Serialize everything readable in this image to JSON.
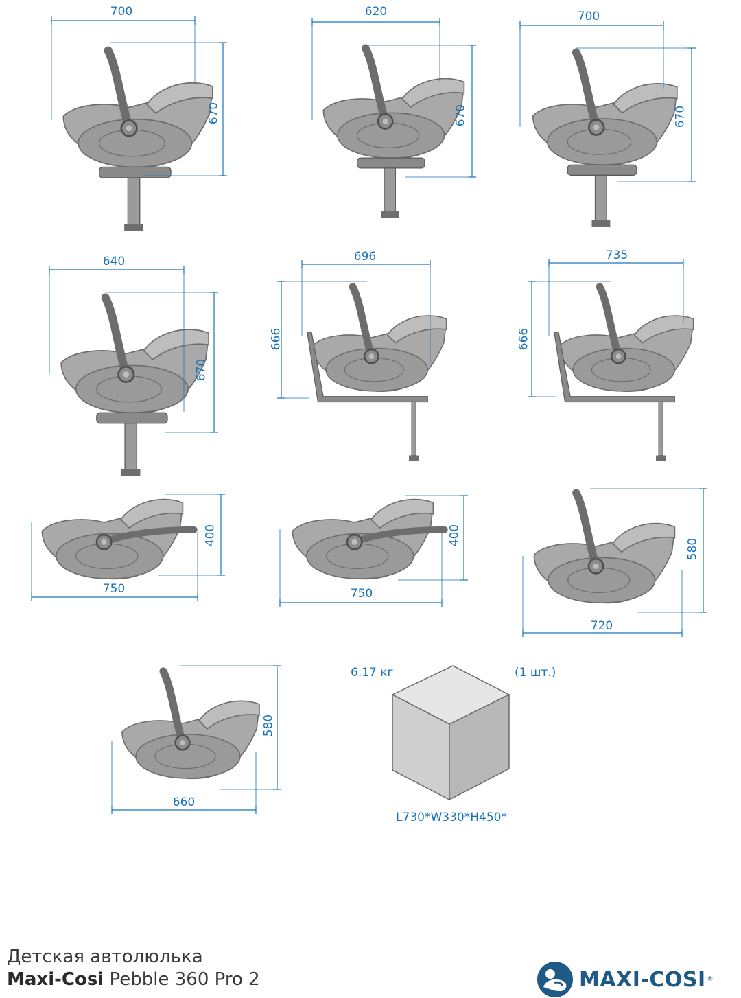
{
  "colors": {
    "dimension": "#1b74bb",
    "seat_shell": "#a9a9a9",
    "seat_dark": "#6d6d6d",
    "base": "#8a8a8a",
    "box_face": "#dcdcdc",
    "logo": "#1d5b86"
  },
  "views": [
    {
      "id": "v1",
      "width": "700",
      "height": "670"
    },
    {
      "id": "v2",
      "width": "620",
      "height": "670"
    },
    {
      "id": "v3",
      "width": "700",
      "height": "670"
    },
    {
      "id": "v4",
      "width": "640",
      "height": "670"
    },
    {
      "id": "v5",
      "width": "696",
      "height": "666"
    },
    {
      "id": "v6",
      "width": "735",
      "height": "666"
    },
    {
      "id": "v7",
      "width": "750",
      "height": "400"
    },
    {
      "id": "v8",
      "width": "750",
      "height": "400"
    },
    {
      "id": "v9",
      "width": "720",
      "height": "580"
    },
    {
      "id": "v10",
      "width": "660",
      "height": "580"
    }
  ],
  "package": {
    "weight": "6.17 кг",
    "quantity": "(1 шт.)",
    "dimensions": "L730*W330*H450*"
  },
  "footer": {
    "line1": "Детская автолюлька",
    "brand": "Maxi-Cosi",
    "model": " Pebble 360 Pro 2"
  },
  "logo": {
    "icon": "maxi-cosi-baby-icon",
    "text": "MAXI-COSI",
    "registered": "®"
  }
}
